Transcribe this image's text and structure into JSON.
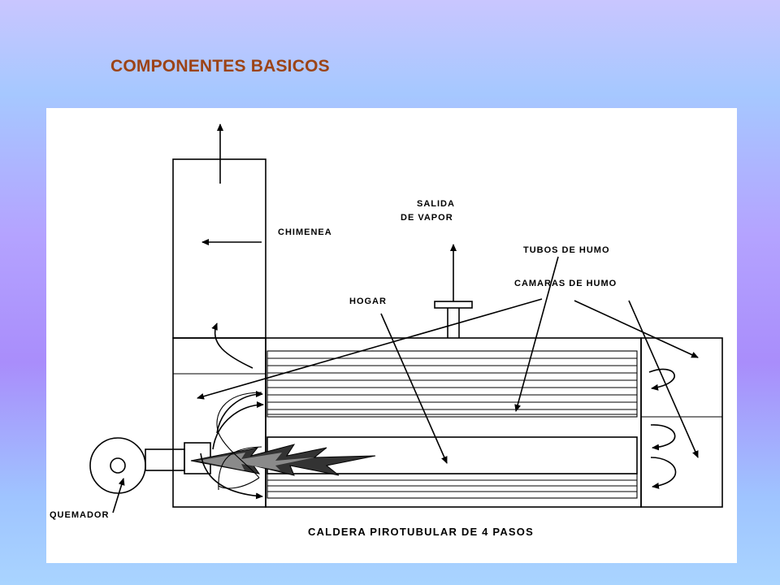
{
  "slide": {
    "title": "COMPONENTES BASICOS"
  },
  "diagram": {
    "labels": {
      "chimney": "CHIMENEA",
      "steam_outlet_line1": "SALIDA",
      "steam_outlet_line2": "DE VAPOR",
      "smoke_tubes": "TUBOS DE HUMO",
      "smoke_chambers": "CAMARAS DE HUMO",
      "furnace": "HOGAR",
      "burner": "QUEMADOR"
    },
    "caption": "CALDERA PIROTUBULAR DE 4 PASOS"
  }
}
